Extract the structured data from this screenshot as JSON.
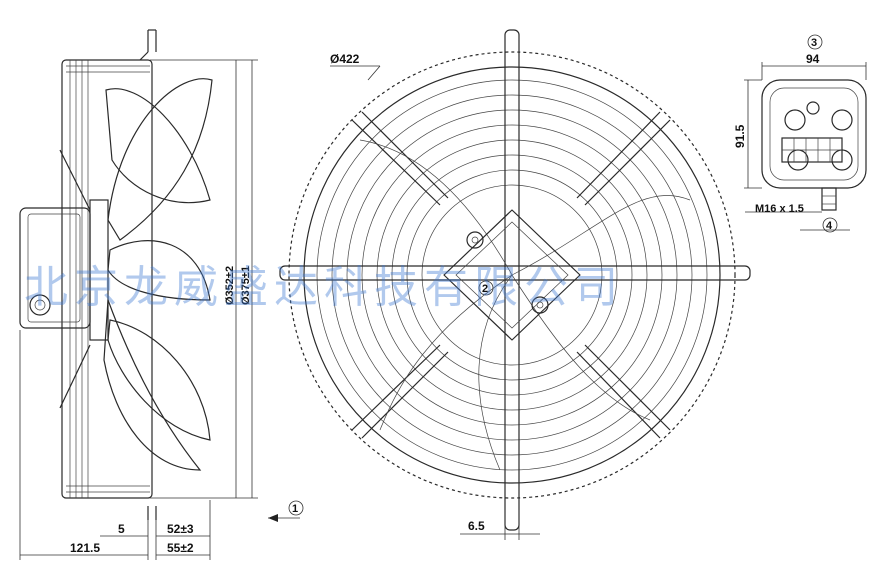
{
  "labels": {
    "dia_422": "Ø422",
    "dia_352": "Ø352±2",
    "dia_375": "Ø375±1",
    "dim_121_5": "121.5",
    "dim_5": "5",
    "dim_52": "52±3",
    "dim_55": "55±2",
    "dim_6_5": "6.5",
    "dim_94": "94",
    "dim_91_5": "91.5",
    "thread": "M16 x 1.5"
  },
  "callouts": {
    "c1": "1",
    "c2": "2",
    "c3": "3",
    "c4": "4"
  },
  "watermark": "北京龙威盛达科技有限公司",
  "colors": {
    "line": "#2a2a2a",
    "watermark": "#3c78d2",
    "background": "#ffffff"
  }
}
